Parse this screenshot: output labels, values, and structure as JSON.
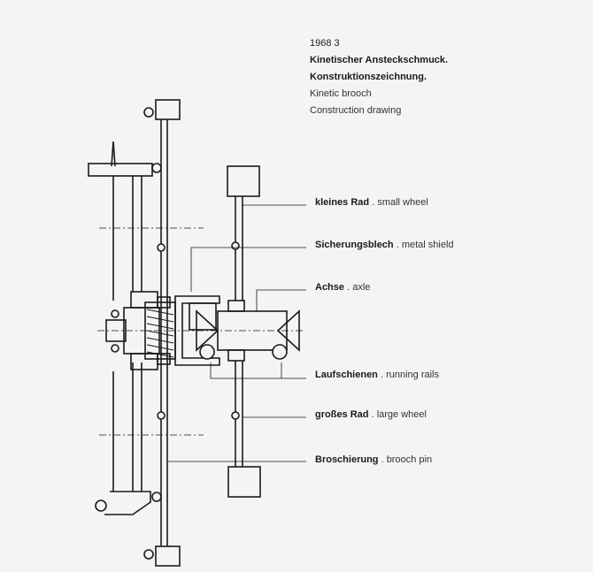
{
  "caption": {
    "number": "1968 3",
    "title_de_1": "Kinetischer Ansteckschmuck.",
    "title_de_2": "Konstruktionszeichnung.",
    "title_en_1": "Kinetic brooch",
    "title_en_2": "Construction drawing"
  },
  "labels": [
    {
      "de": "kleines Rad",
      "en": ". small wheel"
    },
    {
      "de": "Sicherungsblech",
      "en": ". metal shield"
    },
    {
      "de": "Achse",
      "en": ". axle"
    },
    {
      "de": "Laufschienen",
      "en": ". running rails"
    },
    {
      "de": "großes Rad",
      "en": ". large wheel"
    },
    {
      "de": "Broschierung",
      "en": ". brooch pin"
    }
  ]
}
